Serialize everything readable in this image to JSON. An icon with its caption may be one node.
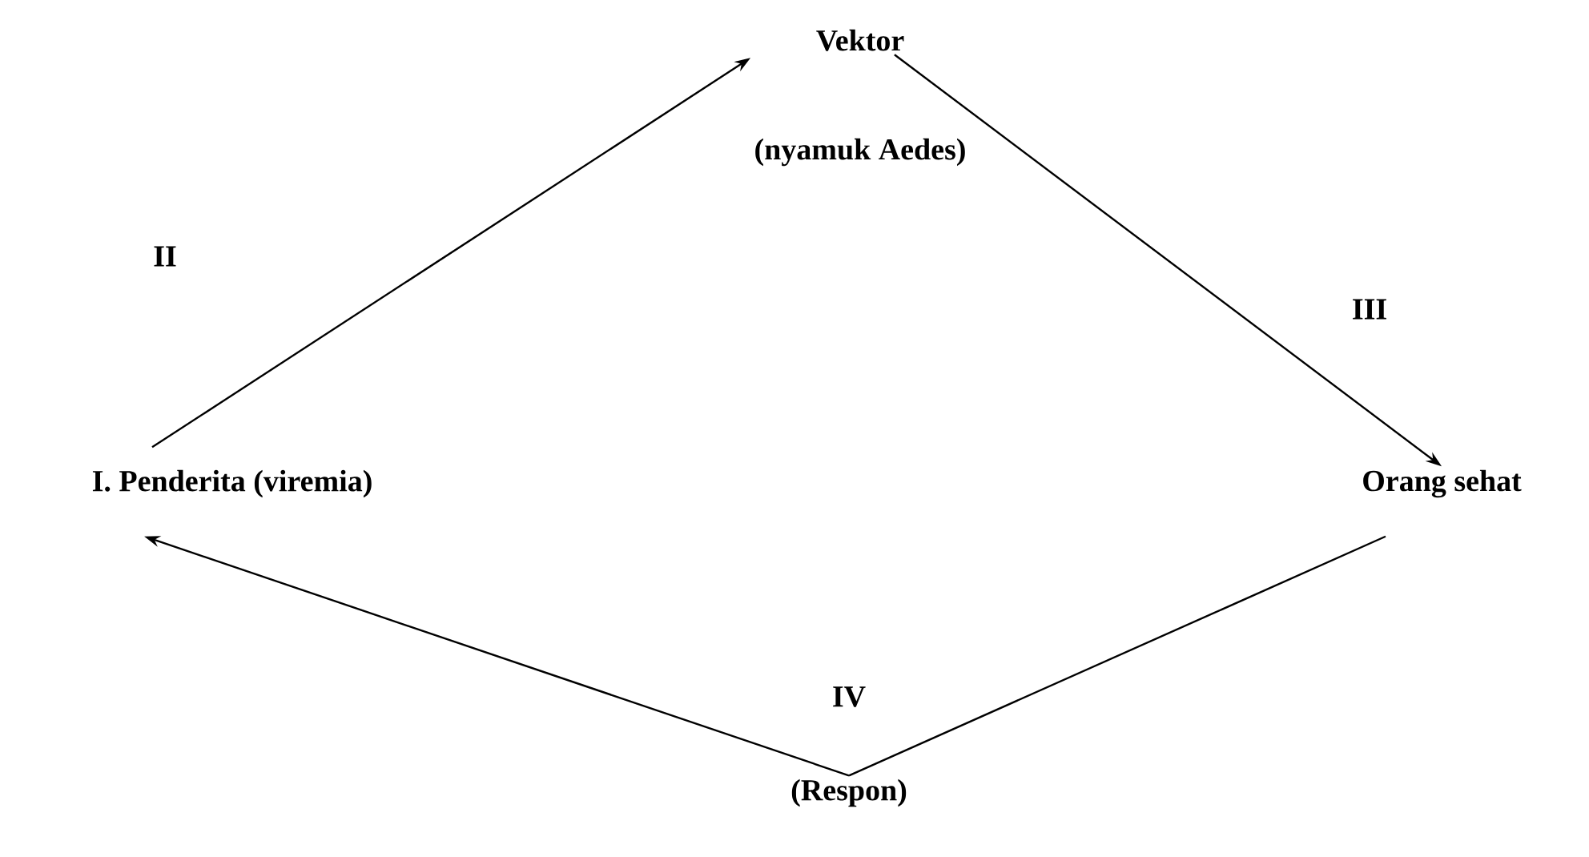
{
  "diagram": {
    "nodes": [
      {
        "text": [
          "Vektor",
          "(nyamuk Aedes)"
        ]
      },
      {
        "text": [
          "I. Penderita (viremia)"
        ]
      },
      {
        "text": [
          "Orang sehat"
        ]
      },
      {
        "text": [
          "(Respon)"
        ]
      }
    ],
    "edges": [
      {
        "from": 1,
        "to": 0,
        "arrow": "to",
        "label": "II"
      },
      {
        "from": 0,
        "to": 2,
        "arrow": "to",
        "label": "III"
      },
      {
        "from": 2,
        "to": 3,
        "arrow": "none"
      },
      {
        "from": 3,
        "to": 1,
        "arrow": "to"
      }
    ],
    "labels": [
      "IV"
    ]
  }
}
